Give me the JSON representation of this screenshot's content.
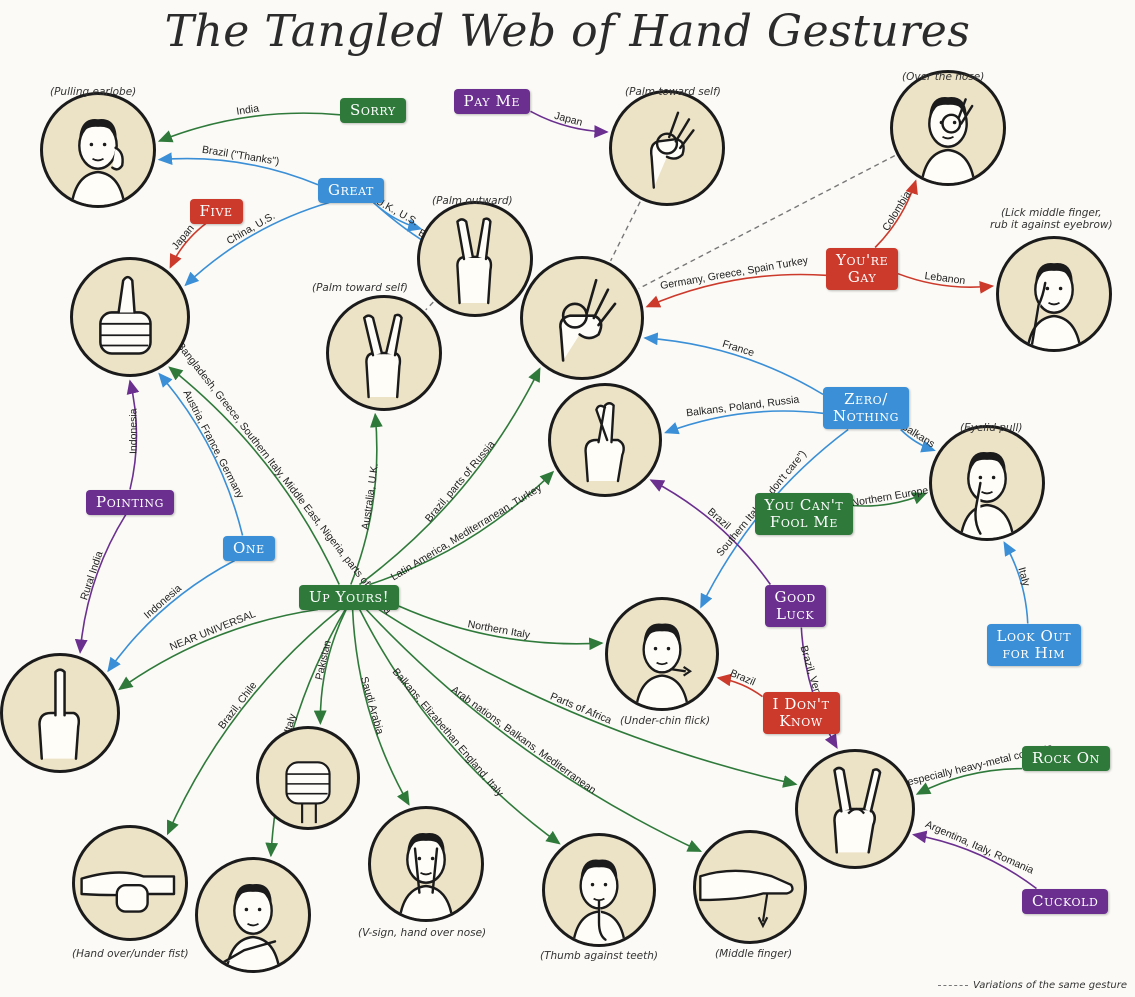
{
  "title": "The Tangled Web of Hand Gestures",
  "colors": {
    "green": "#2f7a3b",
    "red": "#cc3a2c",
    "blue": "#3a8fd6",
    "purple": "#6a2f8f",
    "circle_fill": "#ece2c6",
    "outline": "#1b1b1b"
  },
  "meanings": [
    {
      "id": "sorry",
      "label": "Sorry",
      "color": "green"
    },
    {
      "id": "payme",
      "label": "Pay Me",
      "color": "purple"
    },
    {
      "id": "great",
      "label": "Great",
      "color": "blue"
    },
    {
      "id": "five",
      "label": "Five",
      "color": "red"
    },
    {
      "id": "gay",
      "label": "You're Gay",
      "color": "red"
    },
    {
      "id": "zero",
      "label": "Zero/ Nothing",
      "color": "blue"
    },
    {
      "id": "pointing",
      "label": "Pointing",
      "color": "purple"
    },
    {
      "id": "one",
      "label": "One",
      "color": "blue"
    },
    {
      "id": "fool",
      "label": "You Can't Fool Me",
      "color": "green"
    },
    {
      "id": "upyours",
      "label": "Up Yours!",
      "color": "green"
    },
    {
      "id": "goodluck",
      "label": "Good Luck",
      "color": "purple"
    },
    {
      "id": "lookout",
      "label": "Look Out for Him",
      "color": "blue"
    },
    {
      "id": "dontknow",
      "label": "I Don't Know",
      "color": "red"
    },
    {
      "id": "rockon",
      "label": "Rock On",
      "color": "green"
    },
    {
      "id": "cuckold",
      "label": "Cuckold",
      "color": "purple"
    }
  ],
  "gestures": [
    {
      "id": "earlobe",
      "icon": "earlobe-pull-icon",
      "caption": "(Pulling earlobe)"
    },
    {
      "id": "ok_self",
      "icon": "ok-palm-self-icon",
      "caption": "(Palm toward self)"
    },
    {
      "id": "over_nose",
      "icon": "ok-over-nose-icon",
      "caption": "(Over the nose)"
    },
    {
      "id": "thumbsup",
      "icon": "thumbs-up-icon",
      "caption": ""
    },
    {
      "id": "v_out",
      "icon": "v-sign-outward-icon",
      "caption": "(Palm outward)"
    },
    {
      "id": "v_self",
      "icon": "v-sign-self-icon",
      "caption": "(Palm toward self)"
    },
    {
      "id": "ok",
      "icon": "ok-sign-icon",
      "caption": ""
    },
    {
      "id": "lick",
      "icon": "eyebrow-finger-icon",
      "caption": "(Lick middle finger, rub it against eyebrow)"
    },
    {
      "id": "crossed",
      "icon": "crossed-fingers-icon",
      "caption": ""
    },
    {
      "id": "eyelid",
      "icon": "eyelid-pull-icon",
      "caption": "(Eyelid pull)"
    },
    {
      "id": "index",
      "icon": "index-finger-icon",
      "caption": ""
    },
    {
      "id": "chin",
      "icon": "chin-flick-icon",
      "caption": "(Under-chin flick)"
    },
    {
      "id": "fist",
      "icon": "fig-fist-icon",
      "caption": ""
    },
    {
      "id": "horns",
      "icon": "horns-icon",
      "caption": ""
    },
    {
      "id": "handfist",
      "icon": "hand-over-fist-icon",
      "caption": "(Hand over/under fist)"
    },
    {
      "id": "armflex",
      "icon": "arm-gesture-icon",
      "caption": ""
    },
    {
      "id": "vnose",
      "icon": "v-over-nose-icon",
      "caption": "(V-sign, hand over nose)"
    },
    {
      "id": "thumbteeth",
      "icon": "thumb-teeth-icon",
      "caption": "(Thumb against teeth)"
    },
    {
      "id": "middle",
      "icon": "middle-finger-flick-icon",
      "caption": "(Middle finger)"
    }
  ],
  "edges": [
    {
      "from": "sorry",
      "to": "earlobe",
      "label": "India",
      "color": "green"
    },
    {
      "from": "great",
      "to": "earlobe",
      "label": "Brazil (\"Thanks\")",
      "color": "blue"
    },
    {
      "from": "payme",
      "to": "ok_self",
      "label": "Japan",
      "color": "purple"
    },
    {
      "from": "great",
      "to": "ok",
      "label": "Europe, U.S.",
      "color": "blue"
    },
    {
      "from": "great",
      "to": "v_out",
      "label": "U.K., U.S.",
      "color": "blue"
    },
    {
      "from": "great",
      "to": "thumbsup",
      "label": "China, U.S.",
      "color": "blue"
    },
    {
      "from": "five",
      "to": "thumbsup",
      "label": "Japan",
      "color": "red"
    },
    {
      "from": "gay",
      "to": "over_nose",
      "label": "Colombia",
      "color": "red"
    },
    {
      "from": "gay",
      "to": "ok",
      "label": "Germany, Greece, Spain Turkey",
      "color": "red"
    },
    {
      "from": "gay",
      "to": "lick",
      "label": "Lebanon",
      "color": "red"
    },
    {
      "from": "zero",
      "to": "ok",
      "label": "France",
      "color": "blue"
    },
    {
      "from": "zero",
      "to": "crossed",
      "label": "Balkans, Poland, Russia",
      "color": "blue"
    },
    {
      "from": "zero",
      "to": "chin",
      "label": "Southern Italy (\"I don't care\")",
      "color": "blue"
    },
    {
      "from": "zero",
      "to": "eyelid",
      "label": "Balkans",
      "color": "blue"
    },
    {
      "from": "pointing",
      "to": "thumbsup",
      "label": "Indonesia",
      "color": "purple"
    },
    {
      "from": "pointing",
      "to": "index",
      "label": "Rural India",
      "color": "purple"
    },
    {
      "from": "one",
      "to": "thumbsup",
      "label": "Austria, France, Germany",
      "color": "blue"
    },
    {
      "from": "one",
      "to": "index",
      "label": "Indonesia",
      "color": "blue"
    },
    {
      "from": "fool",
      "to": "eyelid",
      "label": "Northern Europe",
      "color": "green"
    },
    {
      "from": "lookout",
      "to": "eyelid",
      "label": "Italy",
      "color": "blue"
    },
    {
      "from": "upyours",
      "to": "thumbsup",
      "label": "Australia, Bangladesh, Greece, Southern Italy, Middle East, Nigeria, parts of Russia",
      "color": "green"
    },
    {
      "from": "upyours",
      "to": "v_self",
      "label": "Australia, U.K.",
      "color": "green"
    },
    {
      "from": "upyours",
      "to": "ok",
      "label": "Brazil, parts of Russia",
      "color": "green"
    },
    {
      "from": "upyours",
      "to": "crossed",
      "label": "Latin America, Mediterranean, Turkey",
      "color": "green"
    },
    {
      "from": "upyours",
      "to": "index",
      "label": "NEAR UNIVERSAL",
      "color": "green"
    },
    {
      "from": "upyours",
      "to": "chin",
      "label": "Northern Italy",
      "color": "green"
    },
    {
      "from": "upyours",
      "to": "handfist",
      "label": "Brazil, Chile",
      "color": "green"
    },
    {
      "from": "upyours",
      "to": "armflex",
      "label": "Italy",
      "color": "green"
    },
    {
      "from": "upyours",
      "to": "fist",
      "label": "Pakistan",
      "color": "green"
    },
    {
      "from": "upyours",
      "to": "vnose",
      "label": "Saudi Arabia",
      "color": "green"
    },
    {
      "from": "upyours",
      "to": "thumbteeth",
      "label": "Balkans, Elizabethan England, Italy",
      "color": "green"
    },
    {
      "from": "upyours",
      "to": "middle",
      "label": "Arab nations, Balkans, Mediterranean",
      "color": "green"
    },
    {
      "from": "upyours",
      "to": "horns",
      "label": "Parts of Africa",
      "color": "green"
    },
    {
      "from": "goodluck",
      "to": "crossed",
      "label": "Brazil",
      "color": "purple"
    },
    {
      "from": "goodluck",
      "to": "horns",
      "label": "Brazil, Venezuela",
      "color": "purple"
    },
    {
      "from": "dontknow",
      "to": "chin",
      "label": "Brazil",
      "color": "red"
    },
    {
      "from": "rockon",
      "to": "horns",
      "label": "U.S., especially heavy-metal concerts",
      "color": "green"
    },
    {
      "from": "cuckold",
      "to": "horns",
      "label": "Argentina, Italy, Romania",
      "color": "purple"
    }
  ],
  "variations": [
    {
      "from": "v_out",
      "to": "v_self"
    },
    {
      "from": "ok_self",
      "to": "ok"
    },
    {
      "from": "over_nose",
      "to": "ok"
    }
  ],
  "legend": "Variations of the same gesture"
}
